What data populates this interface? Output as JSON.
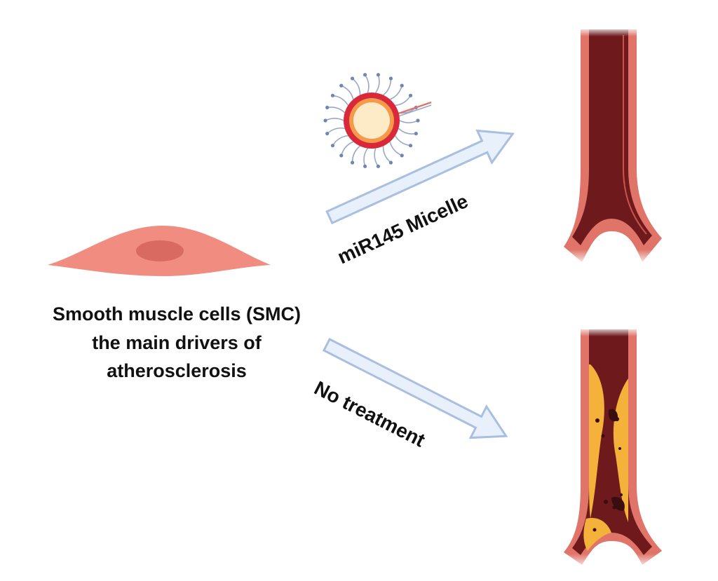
{
  "cell": {
    "caption_line1": "Smooth muscle cells (SMC)",
    "caption_line2": "the main drivers of",
    "caption_line3": "atherosclerosis"
  },
  "treated_path": {
    "label": "miR145 Micelle"
  },
  "untreated_path": {
    "label": "No treatment"
  },
  "colors": {
    "cell_body": "#f08d80",
    "cell_nucleus": "#d96a62",
    "arrow_fill": "#e8f0fc",
    "arrow_stroke": "#a9bfe0",
    "vessel_wall": "#e07468",
    "vessel_lumen": "#6e1a1d",
    "plaque": "#f5b23a",
    "micelle_ring": "#d8283a",
    "micelle_core": "#fdebc8"
  },
  "icons": [
    "smooth-muscle-cell-icon",
    "micelle-icon",
    "healthy-artery-icon",
    "atherosclerotic-artery-icon"
  ]
}
